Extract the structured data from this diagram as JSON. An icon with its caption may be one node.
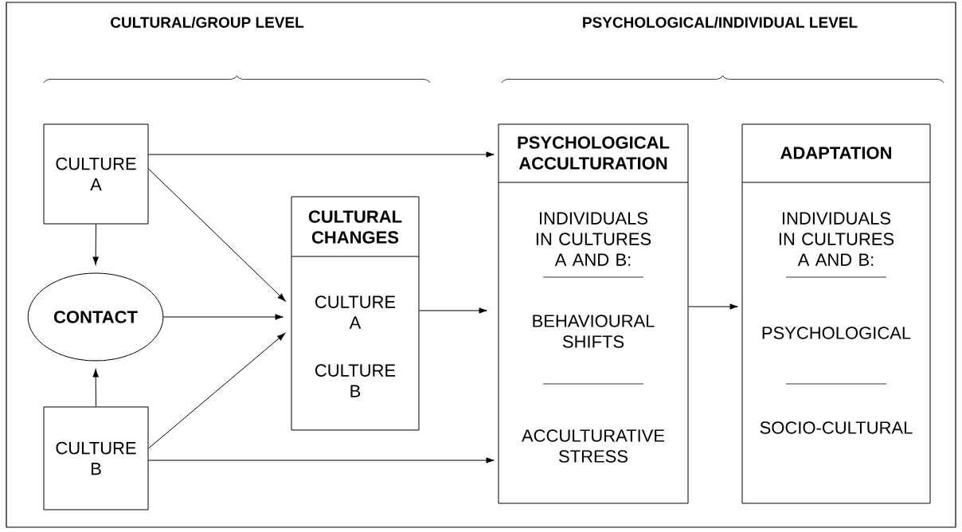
{
  "diagram": {
    "nodes": [
      {
        "text": [
          "CULTURE A"
        ]
      },
      {
        "text": [
          "CONTACT"
        ]
      },
      {
        "text": [
          "CULTURE B"
        ]
      },
      {
        "text": [
          "CULTURAL CHANGES",
          "CULTURE A",
          "CULTURE B"
        ]
      },
      {
        "text": [
          "PSYCHOLOGICAL ACCULTURATION",
          "INDIVIDUALS IN CULTURES A AND B:",
          "BEHAVIOURAL SHIFTS",
          "ACCULTURATIVE STRESS"
        ]
      },
      {
        "text": [
          "ADAPTATION",
          "INDIVIDUALS IN CULTURES A AND B:",
          "PSYCHOLOGICAL",
          "SOCIO-CULTURAL"
        ]
      }
    ],
    "edges": [
      {
        "from": 0,
        "to": 4,
        "arrow": "to"
      },
      {
        "from": 0,
        "to": 1,
        "arrow": "to"
      },
      {
        "from": 0,
        "to": 3,
        "arrow": "to"
      },
      {
        "from": 1,
        "to": 3,
        "arrow": "to"
      },
      {
        "from": 2,
        "to": 1,
        "arrow": "to"
      },
      {
        "from": 2,
        "to": 3,
        "arrow": "to"
      },
      {
        "from": 2,
        "to": 4,
        "arrow": "to"
      },
      {
        "from": 3,
        "to": 4,
        "arrow": "to"
      },
      {
        "from": 4,
        "to": 5,
        "arrow": "to"
      }
    ],
    "labels": [
      "CULTURAL/GROUP LEVEL",
      "PSYCHOLOGICAL/INDIVIDUAL LEVEL"
    ]
  }
}
